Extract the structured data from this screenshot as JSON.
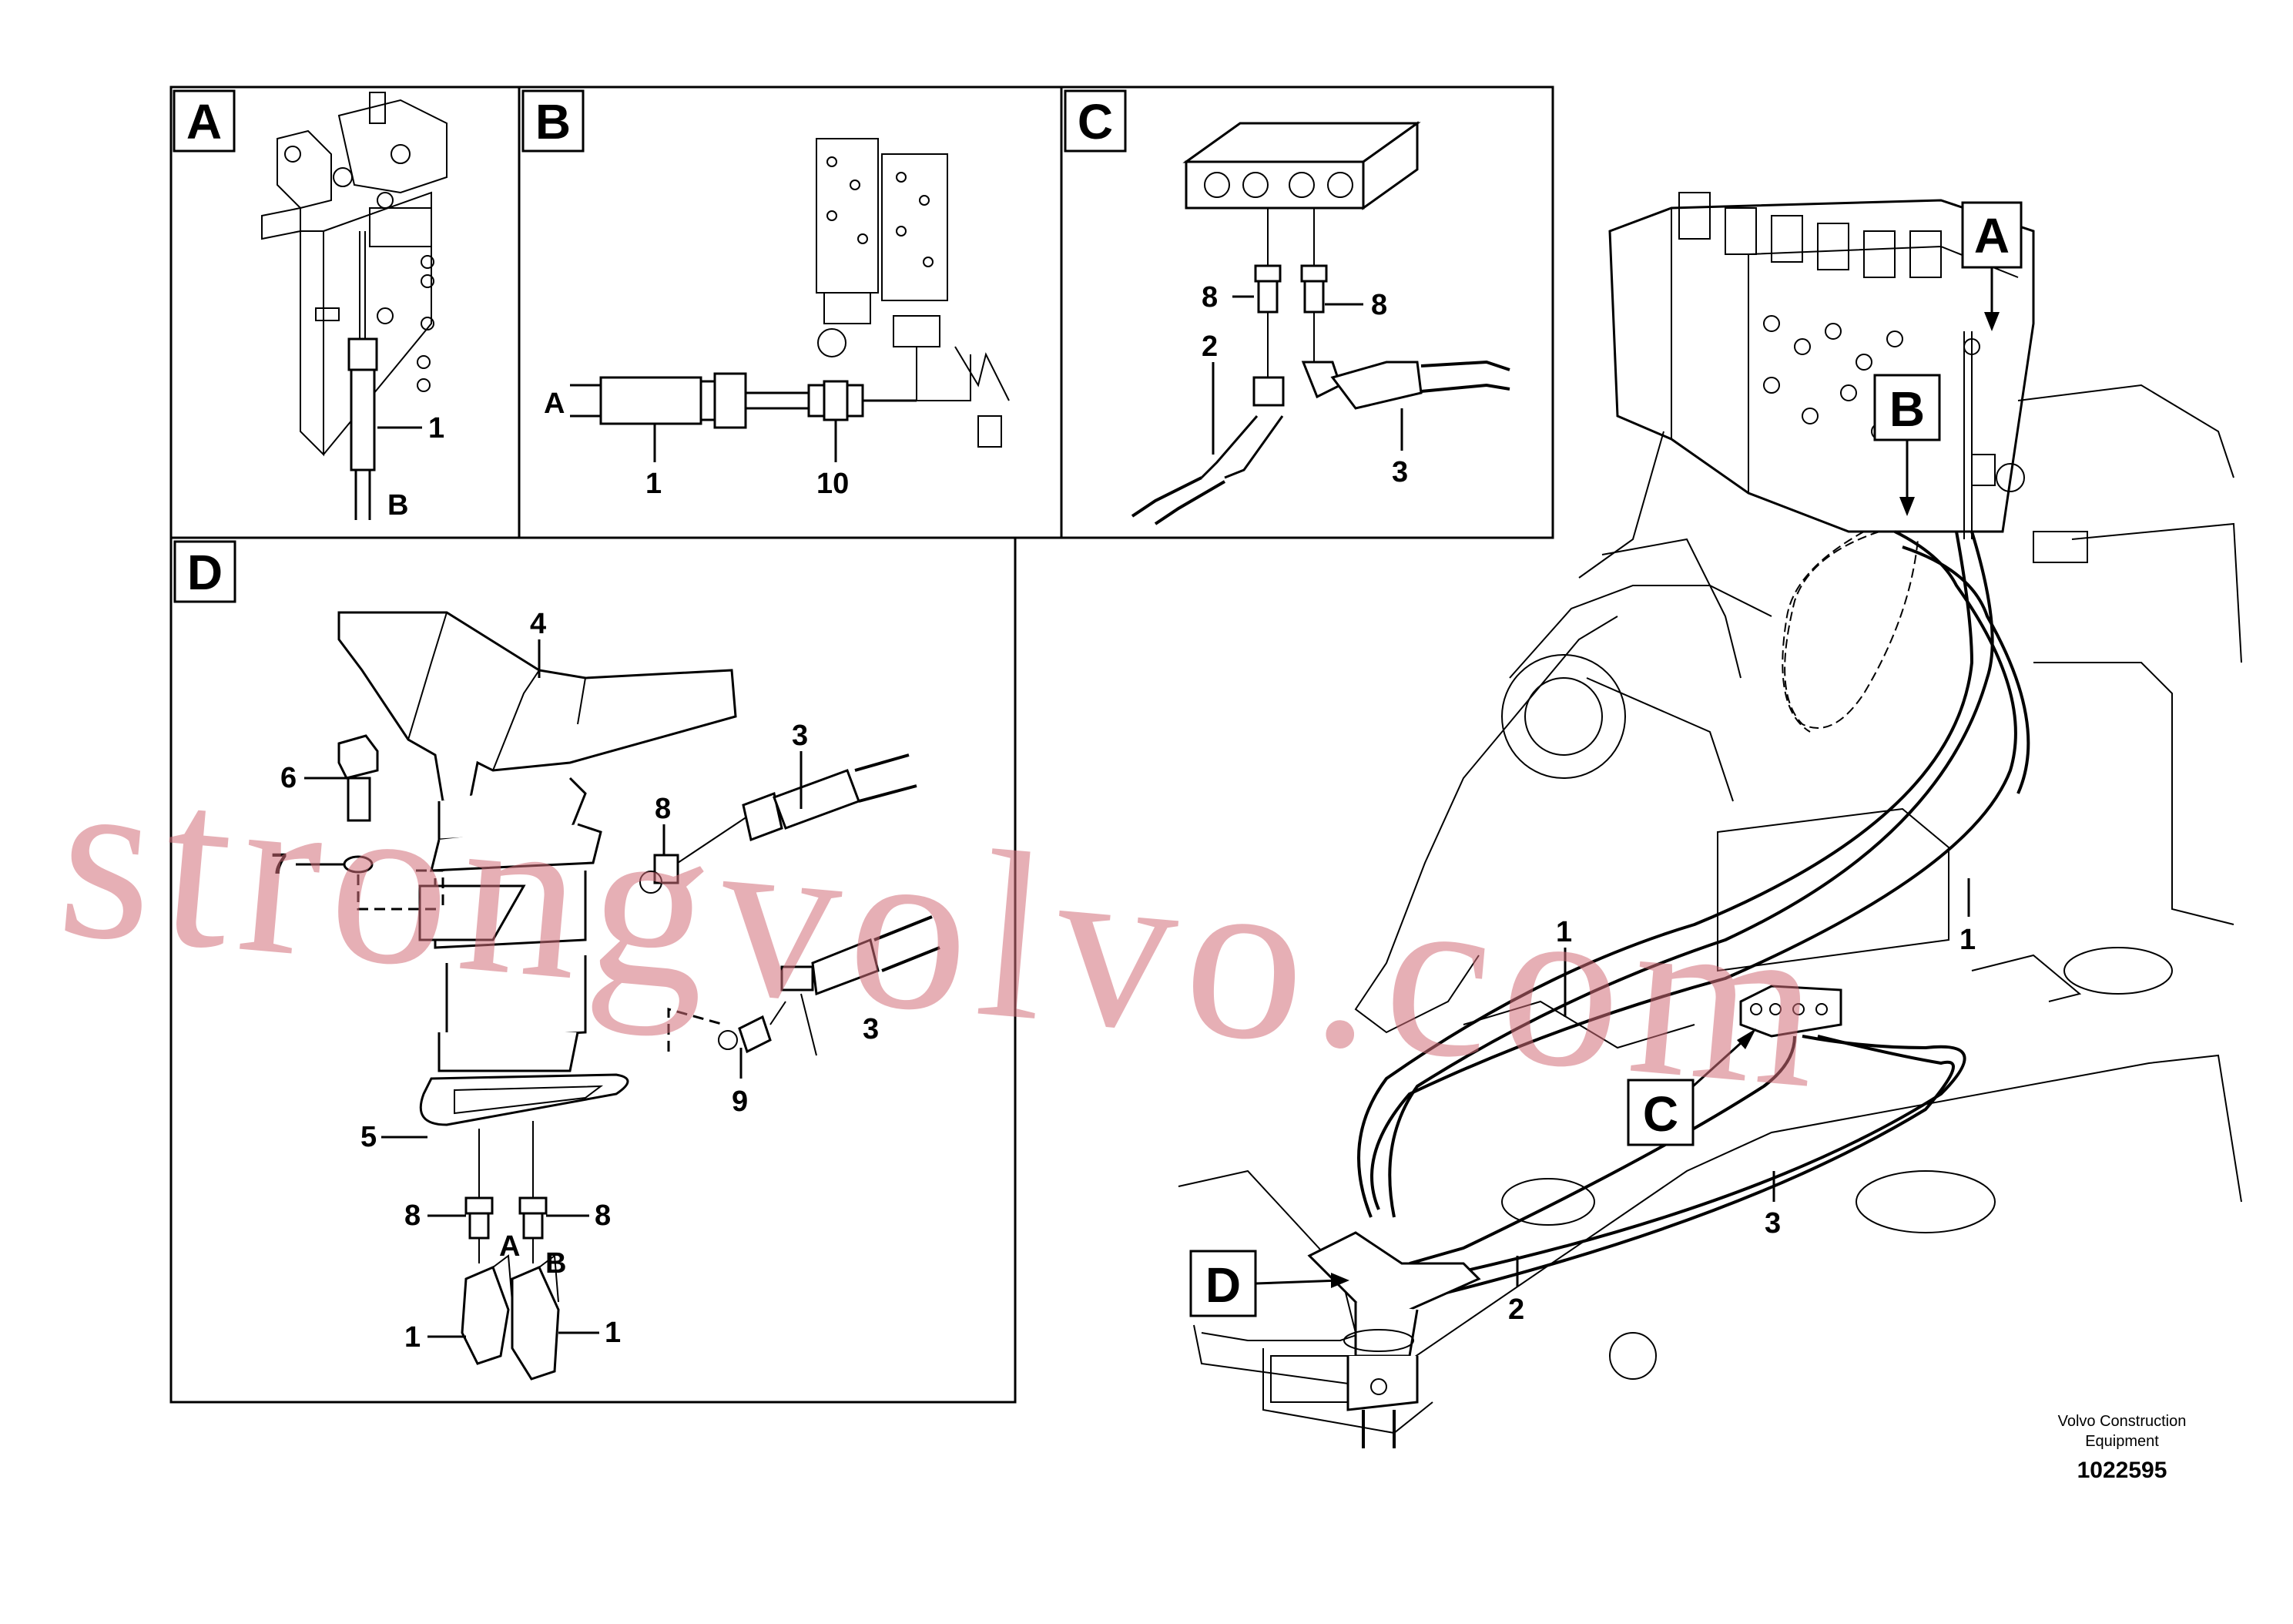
{
  "panels": {
    "A": {
      "tag": "A",
      "callouts": [
        "1",
        "B"
      ]
    },
    "B": {
      "tag": "B",
      "callouts": [
        "A",
        "1",
        "10"
      ]
    },
    "C": {
      "tag": "C",
      "callouts": [
        "8",
        "8",
        "2",
        "3"
      ]
    },
    "D": {
      "tag": "D",
      "callouts": [
        "4",
        "3",
        "6",
        "8",
        "7",
        "5",
        "8",
        "8",
        "A",
        "B",
        "1",
        "1",
        "9",
        "3"
      ]
    }
  },
  "overview": {
    "tags": [
      "A",
      "B",
      "C",
      "D"
    ],
    "callouts": [
      "1",
      "1",
      "2",
      "3"
    ]
  },
  "footer": {
    "company_line1": "Volvo Construction",
    "company_line2": "Equipment",
    "doc_number": "1022595"
  },
  "watermark": "strongvolvo.com",
  "colors": {
    "line": "#000000",
    "background": "#ffffff",
    "watermark": "#d26e78"
  }
}
